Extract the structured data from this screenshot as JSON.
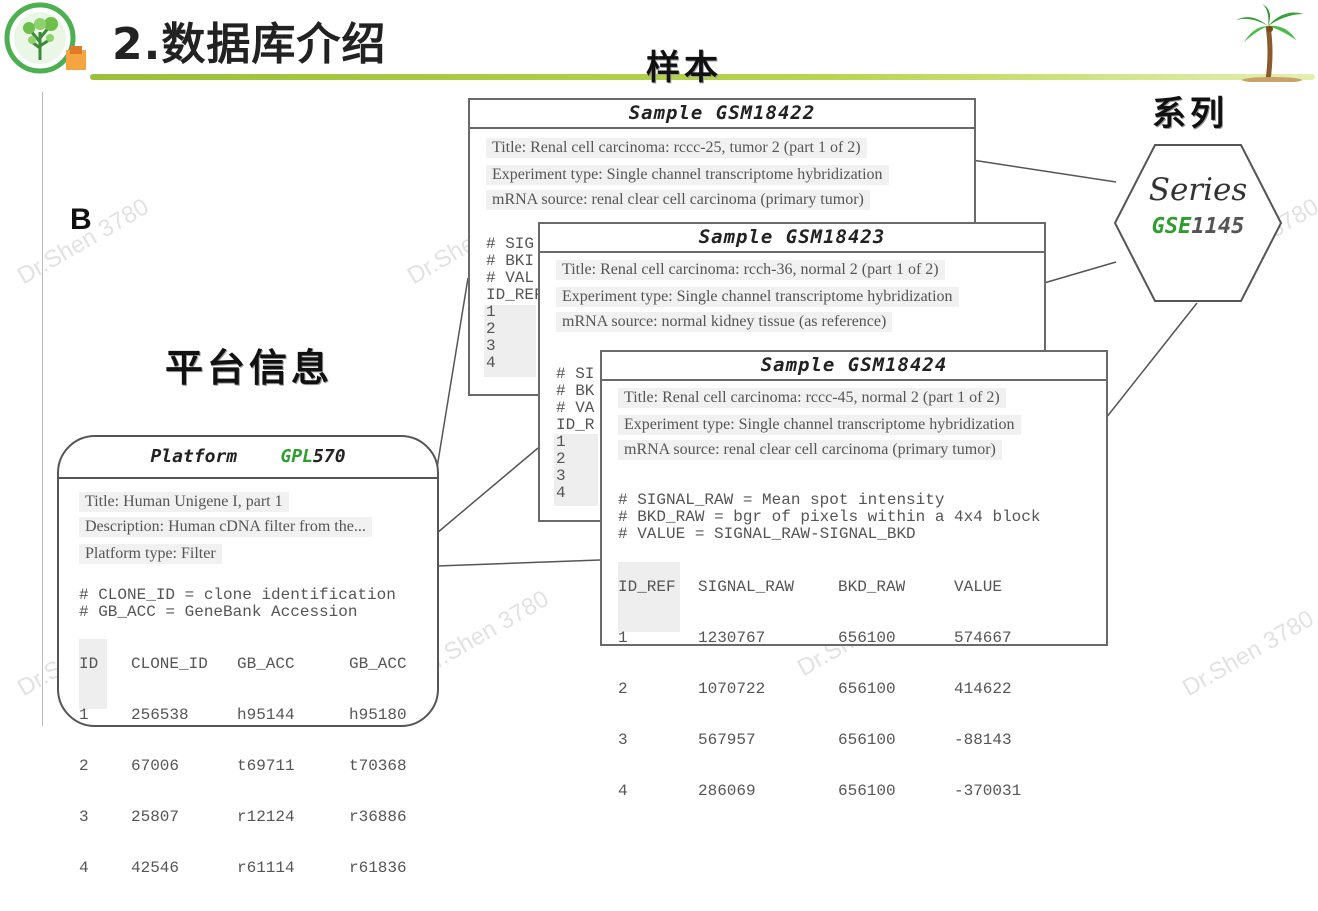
{
  "header": {
    "title": "2.数据库介绍"
  },
  "labels": {
    "sample": "样本",
    "series": "系列",
    "platform_info": "平台信息",
    "panel": "B"
  },
  "watermark": "Dr.Shen 3780",
  "samples": [
    {
      "head_prefix": "Sample ",
      "head_id": "GSM18422",
      "title": "Title: Renal cell carcinoma: rccc-25, tumor 2 (part 1 of 2)",
      "experiment": "Experiment type: Single channel transcriptome hybridization",
      "source": "mRNA source: renal clear cell carcinoma (primary tumor)",
      "lines": [
        "# SIG",
        "# BKI",
        "# VAL",
        "ID_REF",
        "1",
        "2",
        "3",
        "4"
      ]
    },
    {
      "head_prefix": "Sample ",
      "head_id": "GSM18423",
      "title": "Title: Renal cell carcinoma: rcch-36, normal 2 (part 1 of 2)",
      "experiment": "Experiment type: Single channel transcriptome hybridization",
      "source": "mRNA source: normal kidney tissue (as reference)",
      "lines": [
        "# SI",
        "# BK",
        "# VA",
        "ID_R",
        "1",
        "2",
        "3",
        "4"
      ]
    },
    {
      "head_prefix": "Sample ",
      "head_id": "GSM18424",
      "title": "Title: Renal cell carcinoma: rccc-45, normal 2 (part 1 of 2)",
      "experiment": "Experiment type: Single channel transcriptome hybridization",
      "source": "mRNA source: renal clear cell carcinoma (primary tumor)",
      "comments": [
        "# SIGNAL_RAW = Mean spot intensity",
        "# BKD_RAW = bgr of pixels within a 4x4 block",
        "# VALUE = SIGNAL_RAW-SIGNAL_BKD"
      ],
      "headers": [
        "ID_REF",
        "SIGNAL_RAW",
        "BKD_RAW",
        "VALUE"
      ],
      "rows": [
        [
          "1",
          "1230767",
          "656100",
          "574667"
        ],
        [
          "2",
          "1070722",
          "656100",
          "414622"
        ],
        [
          "3",
          "567957",
          "656100",
          "-88143"
        ],
        [
          "4",
          "286069",
          "656100",
          "-370031"
        ]
      ]
    }
  ],
  "platform": {
    "head_prefix": "Platform",
    "head_gpl": "GPL",
    "head_num": "570",
    "title": "Title: Human Unigene I, part 1",
    "description": "Description: Human cDNA filter from the...",
    "type": "Platform type: Filter",
    "comments": [
      "# CLONE_ID = clone identification",
      "# GB_ACC = GeneBank Accession"
    ],
    "headers": [
      "ID",
      "CLONE_ID",
      "GB_ACC",
      "GB_ACC"
    ],
    "rows": [
      [
        "1",
        "256538",
        "h95144",
        "h95180"
      ],
      [
        "2",
        "67006",
        "t69711",
        "t70368"
      ],
      [
        "3",
        "25807",
        "r12124",
        "r36886"
      ],
      [
        "4",
        "42546",
        "r61114",
        "r61836"
      ]
    ]
  },
  "series": {
    "label": "Series",
    "gse": "GSE",
    "num": "1145"
  },
  "colors": {
    "accent_green": "#2e9e2e",
    "header_line": "#9bbf3a",
    "border": "#6a6a6a"
  }
}
